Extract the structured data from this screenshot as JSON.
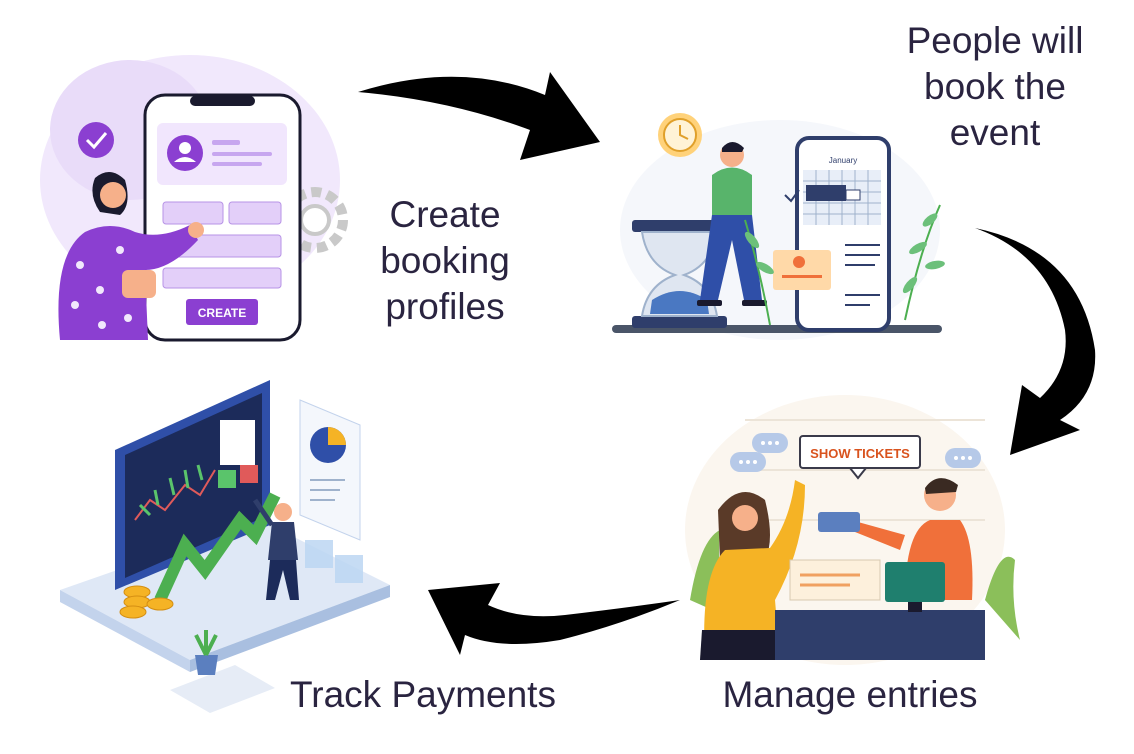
{
  "steps": [
    {
      "id": "create",
      "lines": [
        "Create",
        "booking",
        "profiles"
      ],
      "button": "CREATE"
    },
    {
      "id": "people",
      "lines": [
        "People will",
        "book the",
        "event"
      ],
      "calendar_month": "January"
    },
    {
      "id": "manage",
      "lines": [
        "Manage entries"
      ],
      "sign": "SHOW TICKETS"
    },
    {
      "id": "track",
      "lines": [
        "Track Payments"
      ]
    }
  ],
  "colors": {
    "text": "#2a2440",
    "purple": "#8b3fd1",
    "lavender": "#efe4fb",
    "blue": "#2f4fa8",
    "green": "#4caf50",
    "orange": "#f0703a",
    "yellow": "#f5b325",
    "arrow": "#000000"
  },
  "icons": [
    "curved-arrow-icon",
    "check-icon",
    "avatar-icon",
    "gear-icon",
    "clock-icon",
    "hourglass-icon",
    "calendar-icon",
    "location-pin-icon",
    "chat-bubble-icon",
    "coin-icon",
    "plant-icon",
    "pie-chart-icon"
  ]
}
